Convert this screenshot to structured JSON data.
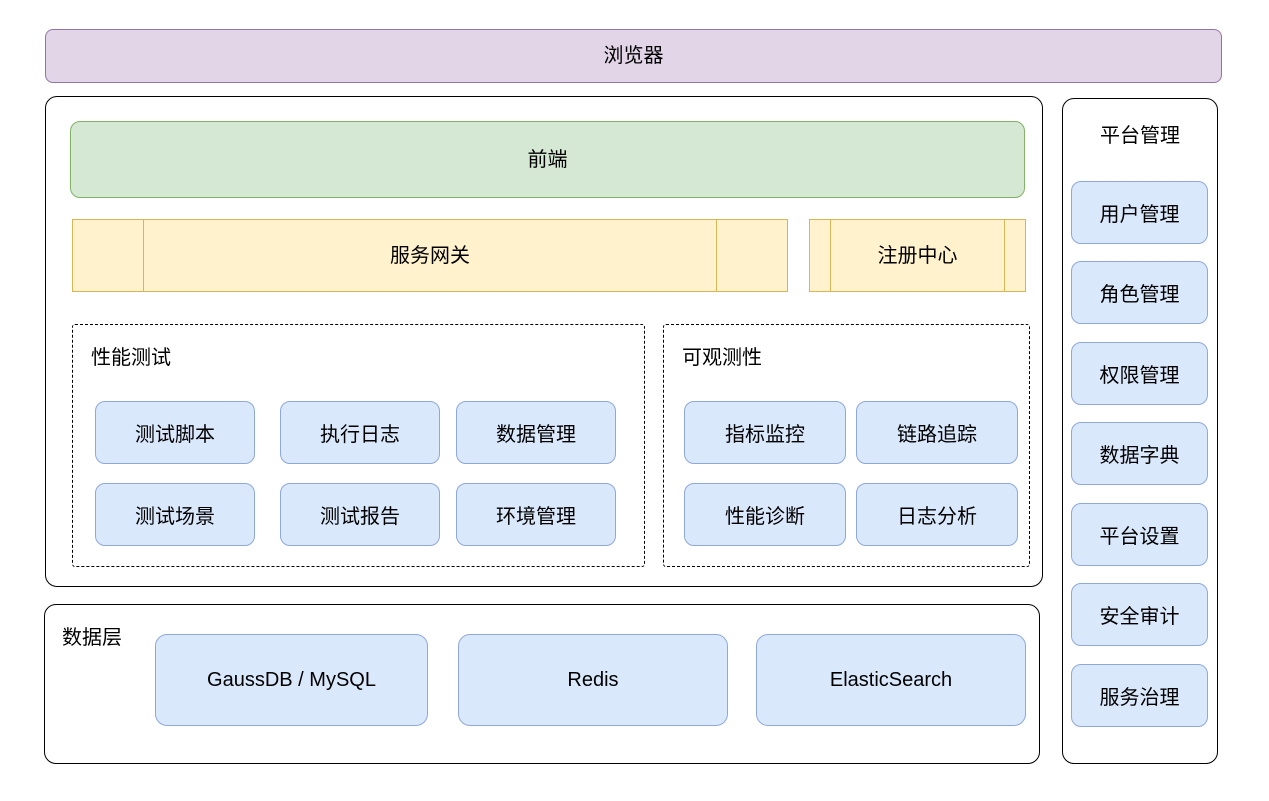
{
  "colors": {
    "purple_fill": "#E1D5E7",
    "purple_border": "#9673A6",
    "green_fill": "#D5E8D4",
    "green_border": "#82B366",
    "yellow_fill": "#FFF2CC",
    "yellow_border": "#D6B656",
    "blue_fill": "#DAE8FC",
    "blue_border": "#8FA8D8",
    "outline": "#000000"
  },
  "browser_bar": {
    "label": "浏览器"
  },
  "main_panel": {
    "frontend_bar": {
      "label": "前端"
    },
    "gateway_bar": {
      "label": "服务网关"
    },
    "registry_bar": {
      "label": "注册中心"
    },
    "perf_group": {
      "title": "性能测试",
      "items": [
        "测试脚本",
        "执行日志",
        "数据管理",
        "测试场景",
        "测试报告",
        "环境管理"
      ]
    },
    "obs_group": {
      "title": "可观测性",
      "items": [
        "指标监控",
        "链路追踪",
        "性能诊断",
        "日志分析"
      ]
    }
  },
  "data_panel": {
    "title": "数据层",
    "items": [
      "GaussDB / MySQL",
      "Redis",
      "ElasticSearch"
    ]
  },
  "side_panel": {
    "title": "平台管理",
    "items": [
      "用户管理",
      "角色管理",
      "权限管理",
      "数据字典",
      "平台设置",
      "安全审计",
      "服务治理"
    ]
  }
}
